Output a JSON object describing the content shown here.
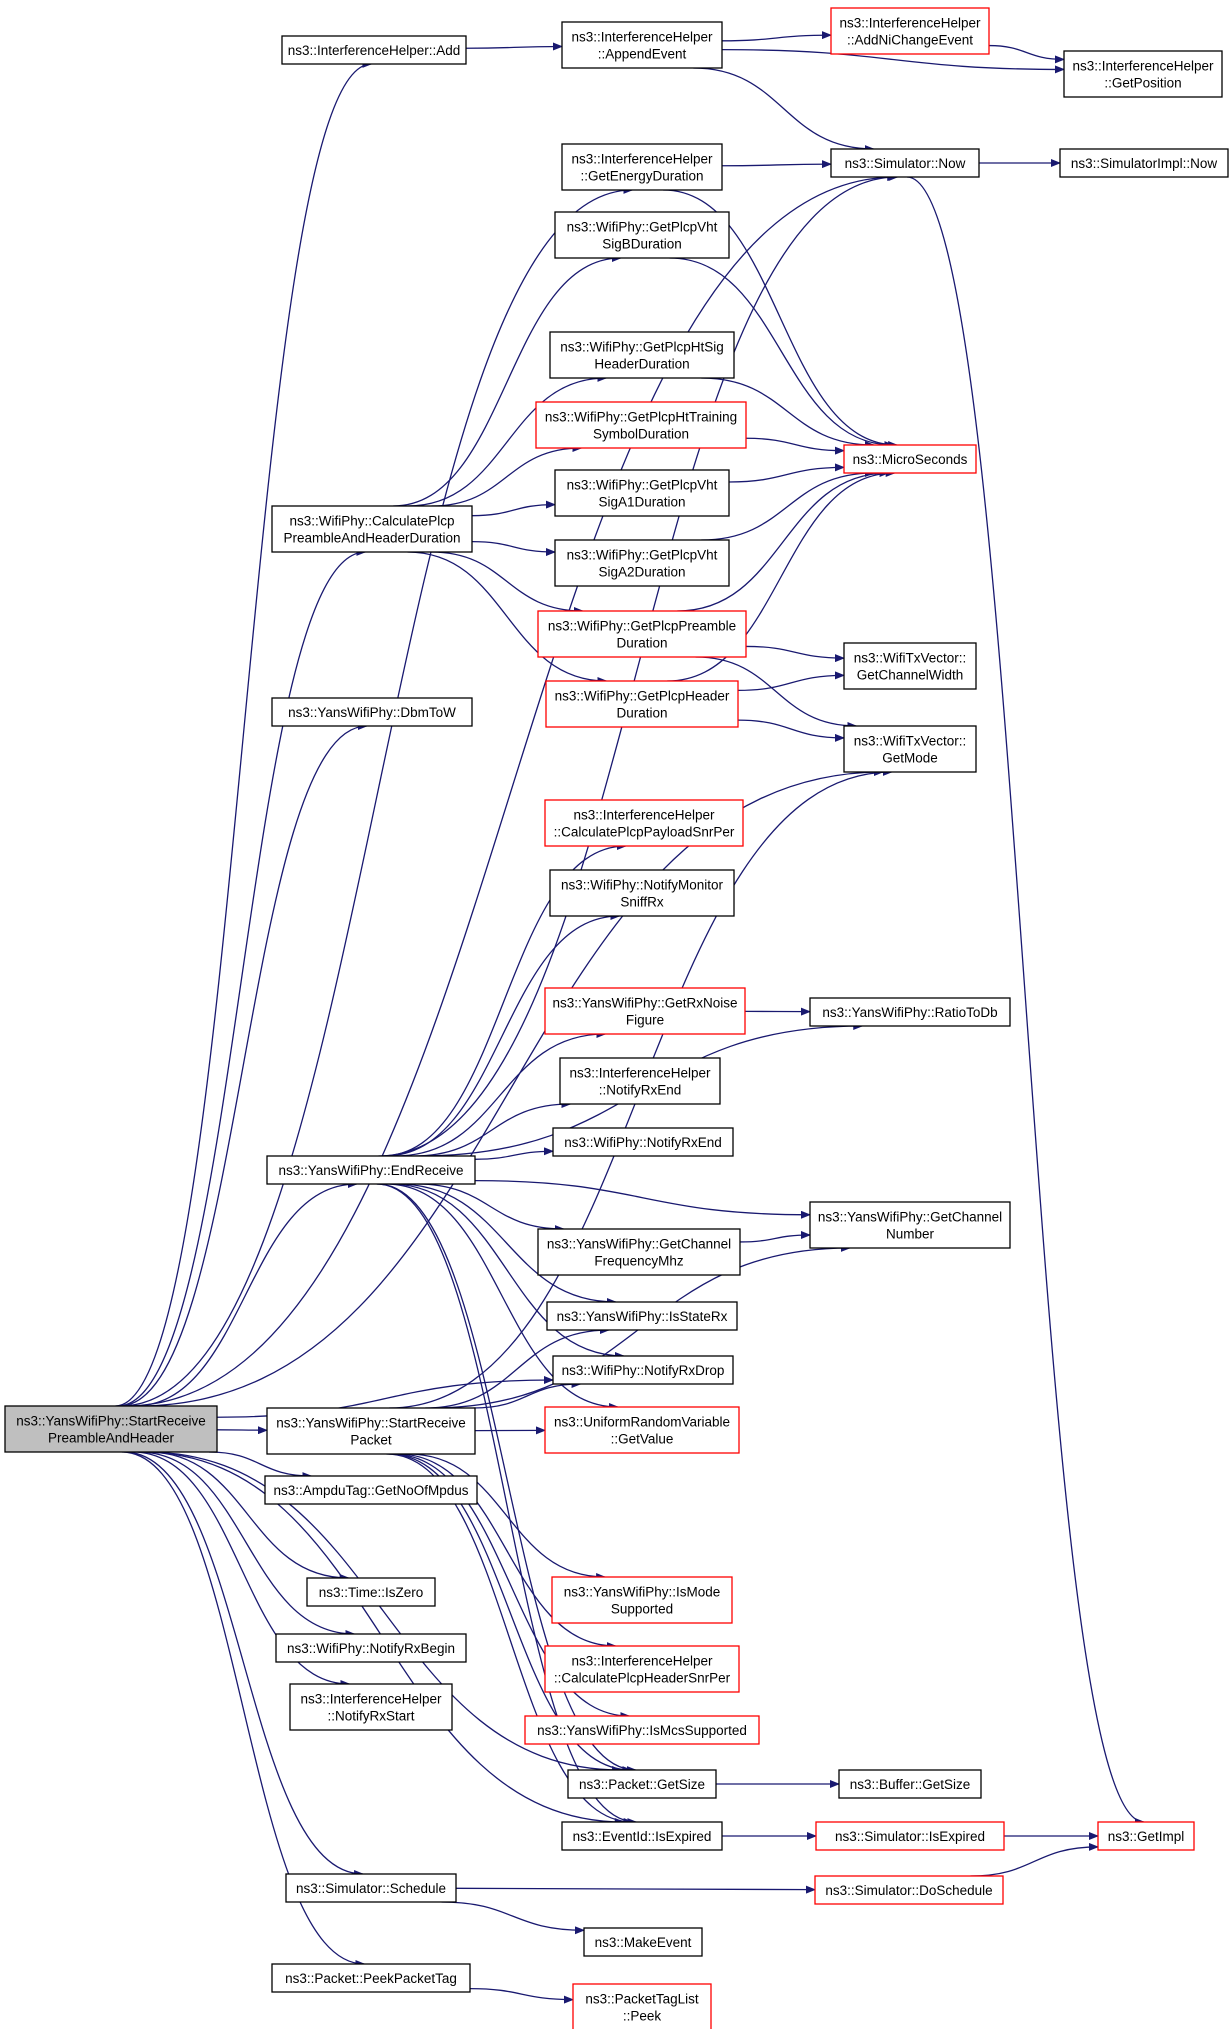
{
  "graph": {
    "root": "start_rx_preamble",
    "nodes": [
      {
        "id": "start_rx_preamble",
        "lines": [
          "ns3::YansWifiPhy::StartReceive",
          "PreambleAndHeader"
        ],
        "style": "root"
      },
      {
        "id": "ih_add",
        "lines": [
          "ns3::InterferenceHelper::Add"
        ],
        "style": "normal"
      },
      {
        "id": "ih_append",
        "lines": [
          "ns3::InterferenceHelper",
          "::AppendEvent"
        ],
        "style": "normal"
      },
      {
        "id": "ih_addni",
        "lines": [
          "ns3::InterferenceHelper",
          "::AddNiChangeEvent"
        ],
        "style": "red"
      },
      {
        "id": "ih_getpos",
        "lines": [
          "ns3::InterferenceHelper",
          "::GetPosition"
        ],
        "style": "normal"
      },
      {
        "id": "sim_now",
        "lines": [
          "ns3::Simulator::Now"
        ],
        "style": "normal"
      },
      {
        "id": "simimpl_now",
        "lines": [
          "ns3::SimulatorImpl::Now"
        ],
        "style": "normal"
      },
      {
        "id": "ih_energy",
        "lines": [
          "ns3::InterferenceHelper",
          "::GetEnergyDuration"
        ],
        "style": "normal"
      },
      {
        "id": "wp_vhtsigb",
        "lines": [
          "ns3::WifiPhy::GetPlcpVht",
          "SigBDuration"
        ],
        "style": "normal"
      },
      {
        "id": "wp_htsig",
        "lines": [
          "ns3::WifiPhy::GetPlcpHtSig",
          "HeaderDuration"
        ],
        "style": "normal"
      },
      {
        "id": "wp_httrain",
        "lines": [
          "ns3::WifiPhy::GetPlcpHtTraining",
          "SymbolDuration"
        ],
        "style": "red"
      },
      {
        "id": "microseconds",
        "lines": [
          "ns3::MicroSeconds"
        ],
        "style": "red"
      },
      {
        "id": "wp_calc",
        "lines": [
          "ns3::WifiPhy::CalculatePlcp",
          "PreambleAndHeaderDuration"
        ],
        "style": "normal"
      },
      {
        "id": "wp_vhtsiga1",
        "lines": [
          "ns3::WifiPhy::GetPlcpVht",
          "SigA1Duration"
        ],
        "style": "normal"
      },
      {
        "id": "wp_vhtsiga2",
        "lines": [
          "ns3::WifiPhy::GetPlcpVht",
          "SigA2Duration"
        ],
        "style": "normal"
      },
      {
        "id": "wp_preamble",
        "lines": [
          "ns3::WifiPhy::GetPlcpPreamble",
          "Duration"
        ],
        "style": "red"
      },
      {
        "id": "txv_width",
        "lines": [
          "ns3::WifiTxVector::",
          "GetChannelWidth"
        ],
        "style": "normal"
      },
      {
        "id": "wp_header",
        "lines": [
          "ns3::WifiPhy::GetPlcpHeader",
          "Duration"
        ],
        "style": "red"
      },
      {
        "id": "txv_mode",
        "lines": [
          "ns3::WifiTxVector::",
          "GetMode"
        ],
        "style": "normal"
      },
      {
        "id": "ywp_dbmtow",
        "lines": [
          "ns3::YansWifiPhy::DbmToW"
        ],
        "style": "normal"
      },
      {
        "id": "ih_payload",
        "lines": [
          "ns3::InterferenceHelper",
          "::CalculatePlcpPayloadSnrPer"
        ],
        "style": "red"
      },
      {
        "id": "wp_monitor",
        "lines": [
          "ns3::WifiPhy::NotifyMonitor",
          "SniffRx"
        ],
        "style": "normal"
      },
      {
        "id": "ywp_noise",
        "lines": [
          "ns3::YansWifiPhy::GetRxNoise",
          "Figure"
        ],
        "style": "red"
      },
      {
        "id": "ywp_ratiotodb",
        "lines": [
          "ns3::YansWifiPhy::RatioToDb"
        ],
        "style": "normal"
      },
      {
        "id": "ih_rxend",
        "lines": [
          "ns3::InterferenceHelper",
          "::NotifyRxEnd"
        ],
        "style": "normal"
      },
      {
        "id": "wp_rxend",
        "lines": [
          "ns3::WifiPhy::NotifyRxEnd"
        ],
        "style": "normal"
      },
      {
        "id": "ywp_endrx",
        "lines": [
          "ns3::YansWifiPhy::EndReceive"
        ],
        "style": "normal"
      },
      {
        "id": "ywp_chnum",
        "lines": [
          "ns3::YansWifiPhy::GetChannel",
          "Number"
        ],
        "style": "normal"
      },
      {
        "id": "ywp_chfreq",
        "lines": [
          "ns3::YansWifiPhy::GetChannel",
          "FrequencyMhz"
        ],
        "style": "normal"
      },
      {
        "id": "ywp_isstaterx",
        "lines": [
          "ns3::YansWifiPhy::IsStateRx"
        ],
        "style": "normal"
      },
      {
        "id": "wp_rxdrop",
        "lines": [
          "ns3::WifiPhy::NotifyRxDrop"
        ],
        "style": "normal"
      },
      {
        "id": "ywp_startrxpkt",
        "lines": [
          "ns3::YansWifiPhy::StartReceive",
          "Packet"
        ],
        "style": "normal"
      },
      {
        "id": "urv_getvalue",
        "lines": [
          "ns3::UniformRandomVariable",
          "::GetValue"
        ],
        "style": "red"
      },
      {
        "id": "ampdu_nompdus",
        "lines": [
          "ns3::AmpduTag::GetNoOfMpdus"
        ],
        "style": "normal"
      },
      {
        "id": "time_iszero",
        "lines": [
          "ns3::Time::IsZero"
        ],
        "style": "normal"
      },
      {
        "id": "ywp_ismode",
        "lines": [
          "ns3::YansWifiPhy::IsMode",
          "Supported"
        ],
        "style": "red"
      },
      {
        "id": "wp_rxbegin",
        "lines": [
          "ns3::WifiPhy::NotifyRxBegin"
        ],
        "style": "normal"
      },
      {
        "id": "ih_header",
        "lines": [
          "ns3::InterferenceHelper",
          "::CalculatePlcpHeaderSnrPer"
        ],
        "style": "red"
      },
      {
        "id": "ih_rxstart",
        "lines": [
          "ns3::InterferenceHelper",
          "::NotifyRxStart"
        ],
        "style": "normal"
      },
      {
        "id": "ywp_ismcs",
        "lines": [
          "ns3::YansWifiPhy::IsMcsSupported"
        ],
        "style": "red"
      },
      {
        "id": "pkt_getsize",
        "lines": [
          "ns3::Packet::GetSize"
        ],
        "style": "normal"
      },
      {
        "id": "buf_getsize",
        "lines": [
          "ns3::Buffer::GetSize"
        ],
        "style": "normal"
      },
      {
        "id": "evid_isexpired",
        "lines": [
          "ns3::EventId::IsExpired"
        ],
        "style": "normal"
      },
      {
        "id": "sim_isexpired",
        "lines": [
          "ns3::Simulator::IsExpired"
        ],
        "style": "red"
      },
      {
        "id": "getimpl",
        "lines": [
          "ns3::GetImpl"
        ],
        "style": "red"
      },
      {
        "id": "sim_schedule",
        "lines": [
          "ns3::Simulator::Schedule"
        ],
        "style": "normal"
      },
      {
        "id": "sim_doschedule",
        "lines": [
          "ns3::Simulator::DoSchedule"
        ],
        "style": "red"
      },
      {
        "id": "makeevent",
        "lines": [
          "ns3::MakeEvent"
        ],
        "style": "normal"
      },
      {
        "id": "pkt_peektag",
        "lines": [
          "ns3::Packet::PeekPacketTag"
        ],
        "style": "normal"
      },
      {
        "id": "ptl_peek",
        "lines": [
          "ns3::PacketTagList",
          "::Peek"
        ],
        "style": "red"
      }
    ],
    "edges": [
      [
        "start_rx_preamble",
        "ih_add"
      ],
      [
        "start_rx_preamble",
        "sim_now"
      ],
      [
        "start_rx_preamble",
        "ih_energy"
      ],
      [
        "start_rx_preamble",
        "wp_calc"
      ],
      [
        "start_rx_preamble",
        "ywp_dbmtow"
      ],
      [
        "start_rx_preamble",
        "txv_mode"
      ],
      [
        "start_rx_preamble",
        "ywp_endrx"
      ],
      [
        "start_rx_preamble",
        "wp_rxdrop"
      ],
      [
        "start_rx_preamble",
        "ywp_startrxpkt"
      ],
      [
        "start_rx_preamble",
        "ampdu_nompdus"
      ],
      [
        "start_rx_preamble",
        "time_iszero"
      ],
      [
        "start_rx_preamble",
        "wp_rxbegin"
      ],
      [
        "start_rx_preamble",
        "ih_rxstart"
      ],
      [
        "start_rx_preamble",
        "pkt_getsize"
      ],
      [
        "start_rx_preamble",
        "evid_isexpired"
      ],
      [
        "start_rx_preamble",
        "sim_schedule"
      ],
      [
        "start_rx_preamble",
        "pkt_peektag"
      ],
      [
        "ih_add",
        "ih_append"
      ],
      [
        "ih_append",
        "ih_addni"
      ],
      [
        "ih_append",
        "ih_getpos"
      ],
      [
        "ih_append",
        "sim_now"
      ],
      [
        "ih_addni",
        "ih_getpos"
      ],
      [
        "sim_now",
        "simimpl_now"
      ],
      [
        "sim_now",
        "getimpl"
      ],
      [
        "ih_energy",
        "sim_now"
      ],
      [
        "ih_energy",
        "microseconds"
      ],
      [
        "wp_calc",
        "wp_vhtsigb"
      ],
      [
        "wp_calc",
        "wp_htsig"
      ],
      [
        "wp_calc",
        "wp_httrain"
      ],
      [
        "wp_calc",
        "wp_vhtsiga1"
      ],
      [
        "wp_calc",
        "wp_vhtsiga2"
      ],
      [
        "wp_calc",
        "wp_preamble"
      ],
      [
        "wp_calc",
        "wp_header"
      ],
      [
        "wp_vhtsigb",
        "microseconds"
      ],
      [
        "wp_htsig",
        "microseconds"
      ],
      [
        "wp_httrain",
        "microseconds"
      ],
      [
        "wp_vhtsiga1",
        "microseconds"
      ],
      [
        "wp_vhtsiga2",
        "microseconds"
      ],
      [
        "wp_preamble",
        "microseconds"
      ],
      [
        "wp_preamble",
        "txv_width"
      ],
      [
        "wp_preamble",
        "txv_mode"
      ],
      [
        "wp_header",
        "microseconds"
      ],
      [
        "wp_header",
        "txv_width"
      ],
      [
        "wp_header",
        "txv_mode"
      ],
      [
        "ywp_endrx",
        "sim_now"
      ],
      [
        "ywp_endrx",
        "ih_payload"
      ],
      [
        "ywp_endrx",
        "wp_monitor"
      ],
      [
        "ywp_endrx",
        "ywp_noise"
      ],
      [
        "ywp_endrx",
        "ywp_ratiotodb"
      ],
      [
        "ywp_endrx",
        "ih_rxend"
      ],
      [
        "ywp_endrx",
        "wp_rxend"
      ],
      [
        "ywp_endrx",
        "ywp_chnum"
      ],
      [
        "ywp_endrx",
        "ywp_chfreq"
      ],
      [
        "ywp_endrx",
        "ywp_isstaterx"
      ],
      [
        "ywp_endrx",
        "wp_rxdrop"
      ],
      [
        "ywp_endrx",
        "urv_getvalue"
      ],
      [
        "ywp_endrx",
        "pkt_getsize"
      ],
      [
        "ywp_endrx",
        "evid_isexpired"
      ],
      [
        "ywp_noise",
        "ywp_ratiotodb"
      ],
      [
        "ywp_chfreq",
        "ywp_chnum"
      ],
      [
        "ywp_startrxpkt",
        "ywp_isstaterx"
      ],
      [
        "ywp_startrxpkt",
        "wp_rxdrop"
      ],
      [
        "ywp_startrxpkt",
        "urv_getvalue"
      ],
      [
        "ywp_startrxpkt",
        "ywp_chnum"
      ],
      [
        "ywp_startrxpkt",
        "txv_mode"
      ],
      [
        "ywp_startrxpkt",
        "ywp_ismode"
      ],
      [
        "ywp_startrxpkt",
        "ih_header"
      ],
      [
        "ywp_startrxpkt",
        "ywp_ismcs"
      ],
      [
        "ywp_startrxpkt",
        "pkt_getsize"
      ],
      [
        "ywp_startrxpkt",
        "evid_isexpired"
      ],
      [
        "pkt_getsize",
        "buf_getsize"
      ],
      [
        "evid_isexpired",
        "sim_isexpired"
      ],
      [
        "sim_isexpired",
        "getimpl"
      ],
      [
        "sim_schedule",
        "sim_doschedule"
      ],
      [
        "sim_schedule",
        "makeevent"
      ],
      [
        "sim_doschedule",
        "getimpl"
      ],
      [
        "pkt_peektag",
        "ptl_peek"
      ]
    ]
  }
}
